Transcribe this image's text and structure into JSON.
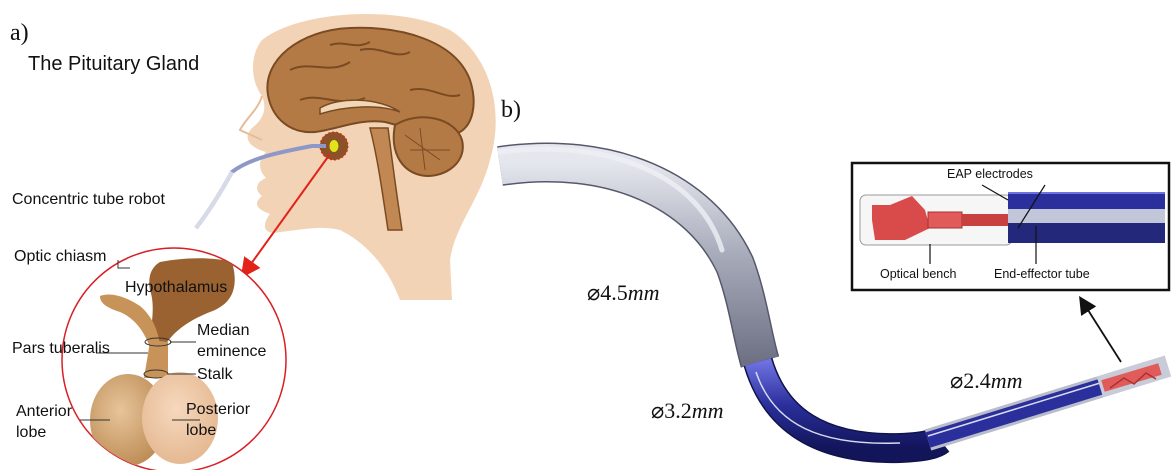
{
  "panel_a": {
    "tag": "a)",
    "title": "The Pituitary Gland",
    "robot_label": "Concentric tube robot",
    "labels": {
      "optic_chiasm": "Optic chiasm",
      "hypothalamus": "Hypothalamus",
      "median": "Median",
      "eminence": "eminence",
      "pars_tuberalis": "Pars tuberalis",
      "stalk": "Stalk",
      "anterior": "Anterior",
      "anterior_lobe": "lobe",
      "posterior": "Posterior",
      "posterior_lobe": "lobe"
    }
  },
  "panel_b": {
    "tag": "b)",
    "d1_symbol": "⌀",
    "d1_value": "4.5",
    "d1_unit": "mm",
    "d2_symbol": "⌀",
    "d2_value": "3.2",
    "d2_unit": "mm",
    "d3_symbol": "⌀",
    "d3_value": "2.4",
    "d3_unit": "mm",
    "inset": {
      "eap": "EAP electrodes",
      "optical": "Optical bench",
      "end_effector": "End-effector tube"
    }
  },
  "colors": {
    "skin": "#f2d3b6",
    "brain": "#b47a45",
    "gland": "#d9ae7e",
    "arrow_red": "#e2231a",
    "tube_gray": "#a6a9b8",
    "tube_blue": "#2a2f9c",
    "tip_red": "#e25b5b"
  }
}
